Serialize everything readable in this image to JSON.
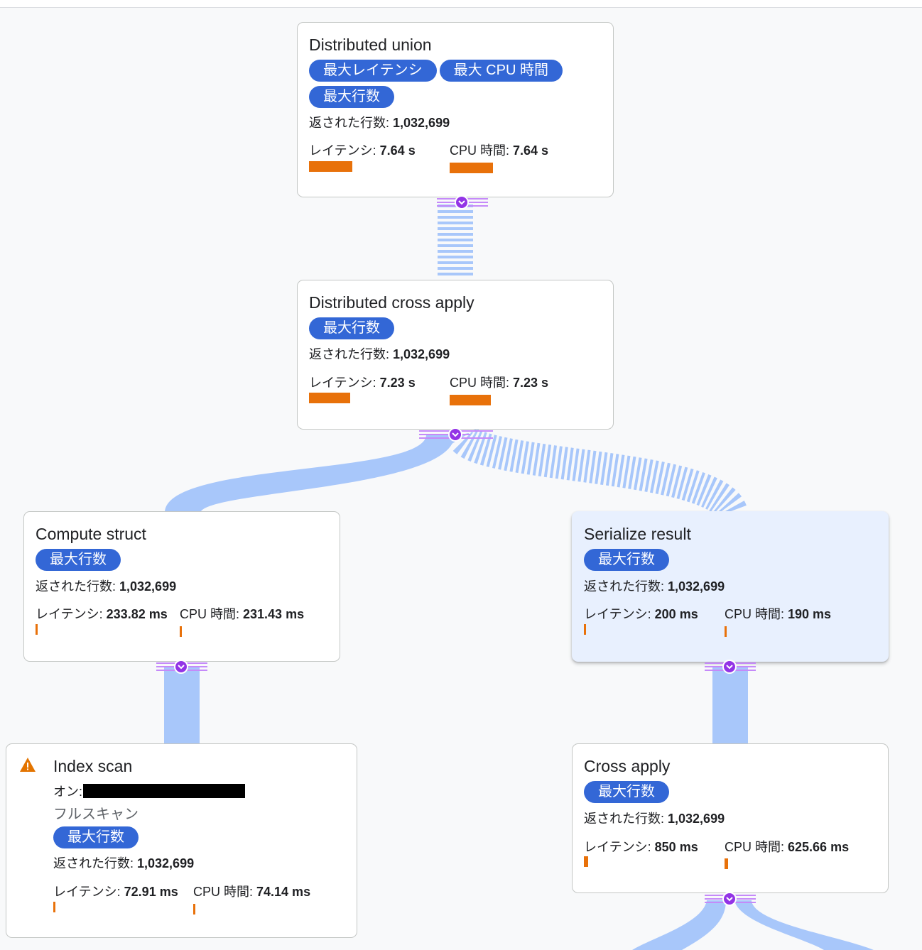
{
  "nodes": {
    "distributed_union": {
      "title": "Distributed union",
      "chips": [
        "最大レイテンシ",
        "最大 CPU 時間",
        "最大行数"
      ],
      "rows_label": "返された行数: ",
      "rows_value": "1,032,699",
      "latency_label": "レイテンシ: ",
      "latency_value": "7.64 s",
      "cpu_label": "CPU 時間: ",
      "cpu_value": "7.64 s"
    },
    "distributed_cross_apply": {
      "title": "Distributed cross apply",
      "chips": [
        "最大行数"
      ],
      "rows_label": "返された行数: ",
      "rows_value": "1,032,699",
      "latency_label": "レイテンシ: ",
      "latency_value": "7.23 s",
      "cpu_label": "CPU 時間: ",
      "cpu_value": "7.23 s"
    },
    "compute_struct": {
      "title": "Compute struct",
      "chips": [
        "最大行数"
      ],
      "rows_label": "返された行数: ",
      "rows_value": "1,032,699",
      "latency_label": "レイテンシ: ",
      "latency_value": "233.82 ms",
      "cpu_label": "CPU 時間: ",
      "cpu_value": "231.43 ms"
    },
    "serialize_result": {
      "title": "Serialize result",
      "chips": [
        "最大行数"
      ],
      "rows_label": "返された行数: ",
      "rows_value": "1,032,699",
      "latency_label": "レイテンシ: ",
      "latency_value": "200 ms",
      "cpu_label": "CPU 時間: ",
      "cpu_value": "190 ms"
    },
    "index_scan": {
      "title": "Index scan",
      "on_label": "オン: ",
      "scan_type": "フルスキャン",
      "chips": [
        "最大行数"
      ],
      "rows_label": "返された行数: ",
      "rows_value": "1,032,699",
      "latency_label": "レイテンシ: ",
      "latency_value": "72.91 ms",
      "cpu_label": "CPU 時間: ",
      "cpu_value": "74.14 ms"
    },
    "cross_apply": {
      "title": "Cross apply",
      "chips": [
        "最大行数"
      ],
      "rows_label": "返された行数: ",
      "rows_value": "1,032,699",
      "latency_label": "レイテンシ: ",
      "latency_value": "850 ms",
      "cpu_label": "CPU 時間: ",
      "cpu_value": "625.66 ms"
    }
  },
  "colors": {
    "chip": "#3367d6",
    "bar": "#e8710a",
    "edge": "#a8c7fa",
    "expander": "#9334e6",
    "selected_bg": "#e8f0fe"
  },
  "icons": {
    "warning": "warning-icon",
    "expand": "chevron-down-icon"
  }
}
